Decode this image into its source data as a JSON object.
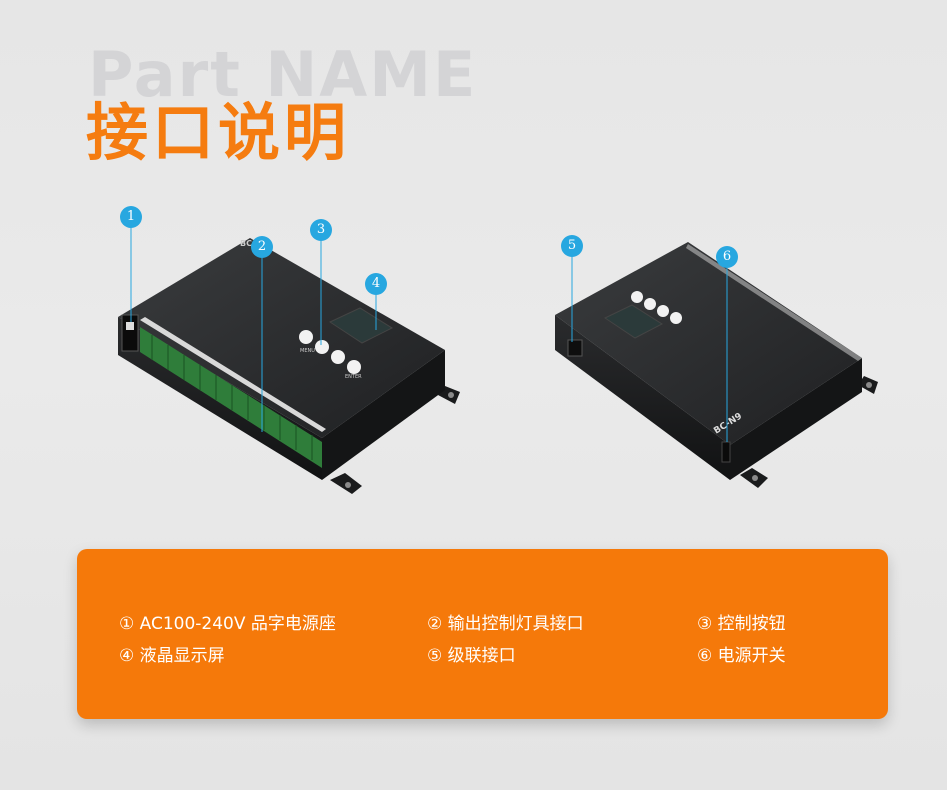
{
  "header": {
    "bg_title": "Part NAME",
    "title": "接口说明"
  },
  "callouts": [
    "1",
    "2",
    "3",
    "4",
    "5",
    "6"
  ],
  "device": {
    "brand_front": "BC-",
    "brand_back": "BC-N9",
    "button_labels": [
      "MENU",
      "ENTER"
    ]
  },
  "legend": {
    "items": [
      "① AC100-240V 品字电源座",
      "② 输出控制灯具接口",
      "③ 控制按钮",
      "④ 液晶显示屏",
      "⑤ 级联接口",
      "⑥ 电源开关"
    ]
  },
  "colors": {
    "accent": "#f57c10",
    "callout": "#27a7e0",
    "panel": "#f5790a"
  }
}
